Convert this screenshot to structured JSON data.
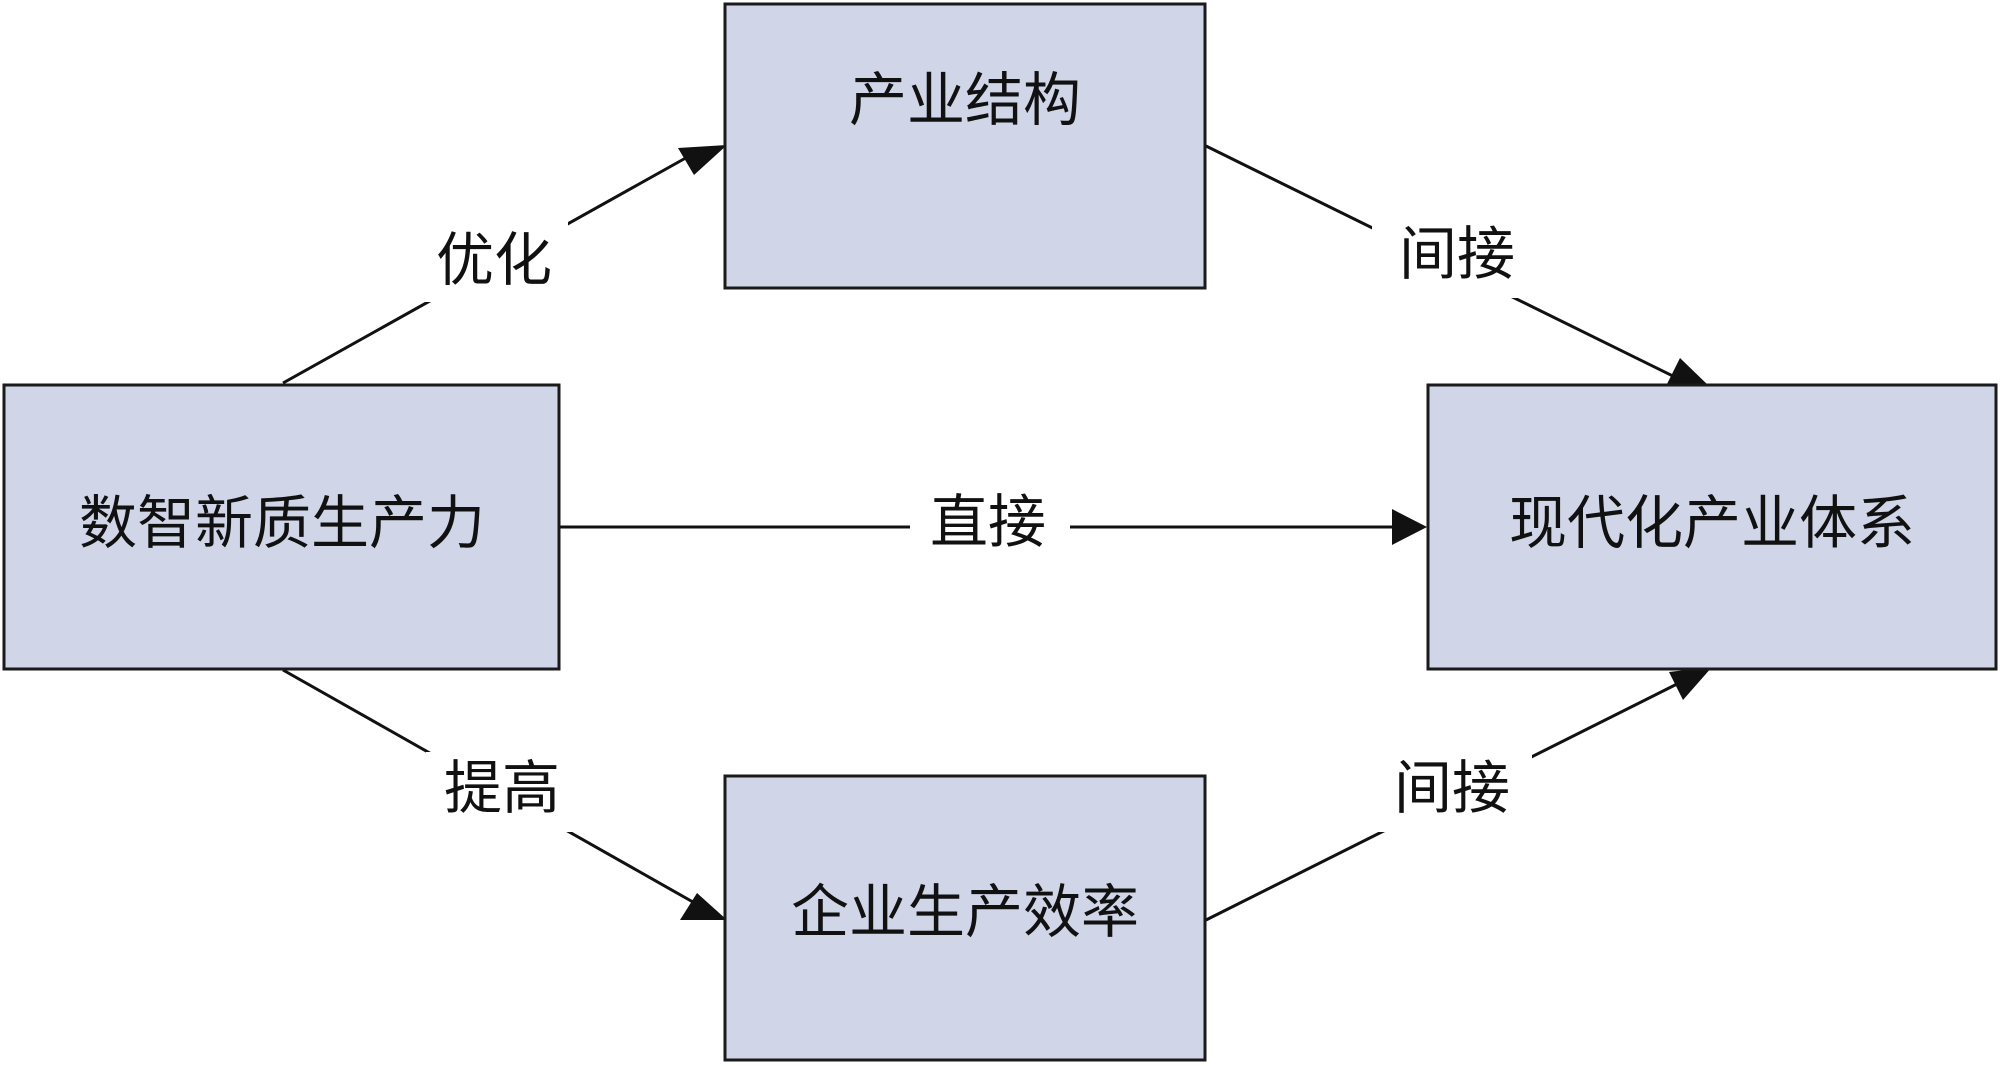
{
  "nodes": {
    "productivity": "数智新质生产力",
    "industry_structure": "产业结构",
    "modern_industry_system": "现代化产业体系",
    "enterprise_efficiency": "企业生产效率"
  },
  "edges": {
    "optimize": "优化",
    "improve": "提高",
    "direct": "直接",
    "indirect_top": "间接",
    "indirect_bottom": "间接"
  },
  "colors": {
    "box_fill": "#d0d6e8",
    "box_stroke": "#1a1a1a",
    "line": "#111111",
    "background": "#ffffff"
  }
}
